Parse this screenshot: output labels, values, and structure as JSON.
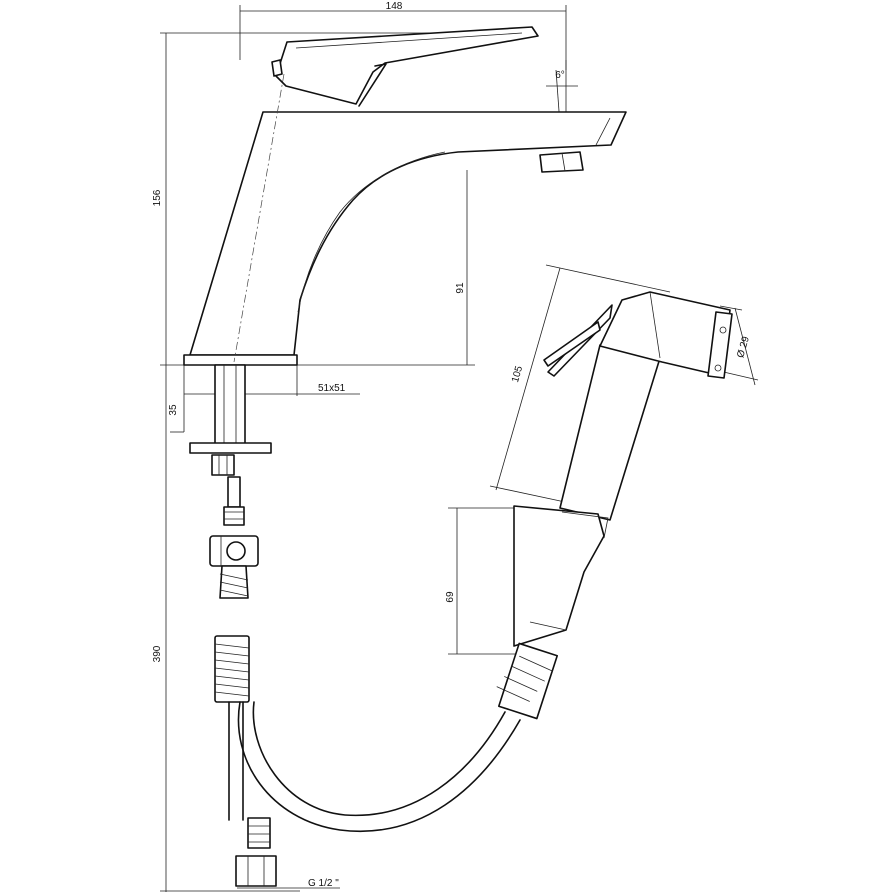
{
  "dimensions": {
    "width_total": "148",
    "tilt_angle": "6°",
    "height_total": "156",
    "spout_clearance": "91",
    "base_plate": "51x51",
    "mount_thickness": "35",
    "hose_length": "390",
    "shower_length": "105",
    "shower_diameter": "Ø 29",
    "holder_height": "69",
    "connection_thread": "G 1/2 \""
  }
}
